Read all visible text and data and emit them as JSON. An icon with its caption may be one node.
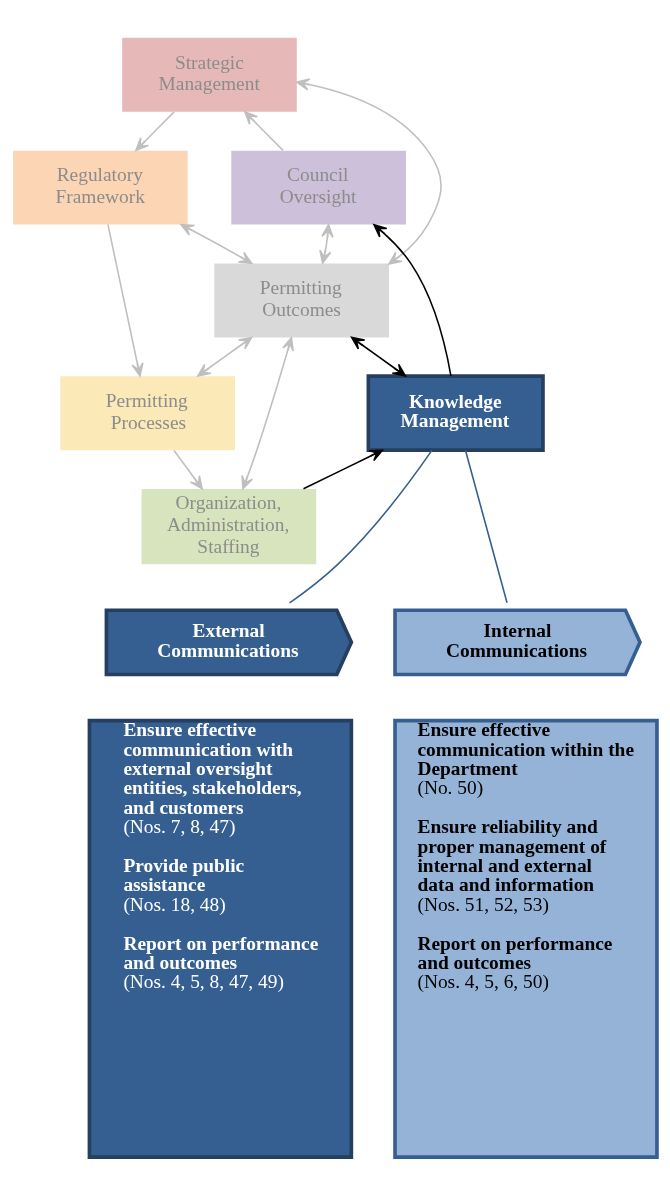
{
  "diagram": {
    "nodes": [
      {
        "text": [
          "Strategic Management"
        ]
      },
      {
        "text": [
          "Council Oversight"
        ]
      },
      {
        "text": [
          "Regulatory Framework"
        ]
      },
      {
        "text": [
          "Permitting Outcomes"
        ]
      },
      {
        "text": [
          "Knowledge Management"
        ]
      },
      {
        "text": [
          "Permitting Processes"
        ]
      },
      {
        "text": [
          "Organization, Administration, Staffing"
        ]
      },
      {
        "text": [
          "External Communications"
        ]
      },
      {
        "text": [
          "Internal Communications"
        ]
      },
      {
        "text": [
          "Ensure effective communication with external oversight entities, stakeholders, and customers",
          "(Nos. 7, 8, 47)",
          "Provide public assistance",
          "(Nos. 18, 48)",
          "Report on performance and outcomes",
          "(Nos. 4, 5, 8, 47, 49)"
        ]
      },
      {
        "text": [
          "Ensure effective communication within the Department",
          "(No. 50)",
          "Ensure reliability and proper management of internal and external data and information",
          "(Nos. 51, 52, 53)",
          "Report on performance and outcomes",
          "(Nos. 4, 5, 6, 50)"
        ]
      }
    ],
    "edges": [
      {
        "from": 1,
        "to": 0,
        "arrow": "to"
      },
      {
        "from": 0,
        "to": 2,
        "arrow": "to"
      },
      {
        "from": 0,
        "to": 3,
        "arrow": "both"
      },
      {
        "from": 1,
        "to": 3,
        "arrow": "both"
      },
      {
        "from": 2,
        "to": 3,
        "arrow": "both"
      },
      {
        "from": 2,
        "to": 5,
        "arrow": "to"
      },
      {
        "from": 4,
        "to": 1,
        "arrow": "to",
        "color": "#000000"
      },
      {
        "from": 4,
        "to": 3,
        "arrow": "both",
        "color": "#000000"
      },
      {
        "from": 3,
        "to": 5,
        "arrow": "both"
      },
      {
        "from": 3,
        "to": 6,
        "arrow": "both"
      },
      {
        "from": 5,
        "to": 6,
        "arrow": "to"
      },
      {
        "from": 6,
        "to": 4,
        "arrow": "to",
        "color": "#000000"
      },
      {
        "from": 4,
        "to": 7,
        "arrow": "none",
        "color": "#365f91"
      },
      {
        "from": 4,
        "to": 8,
        "arrow": "none",
        "color": "#365f91"
      }
    ]
  }
}
